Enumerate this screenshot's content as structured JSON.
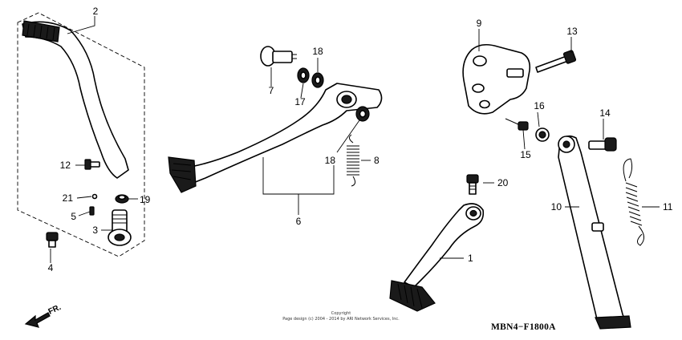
{
  "diagram": {
    "code": "MBN4−F1800A",
    "direction_label": "FR.",
    "copyright": {
      "line1": "Copyright",
      "line2": "Page design (c) 2004 - 2014 by ARI Network Services, Inc."
    },
    "callouts": [
      "1",
      "2",
      "3",
      "4",
      "5",
      "6",
      "7",
      "8",
      "9",
      "10",
      "11",
      "12",
      "13",
      "14",
      "15",
      "16",
      "17",
      "18",
      "18",
      "19",
      "20",
      "21"
    ]
  }
}
